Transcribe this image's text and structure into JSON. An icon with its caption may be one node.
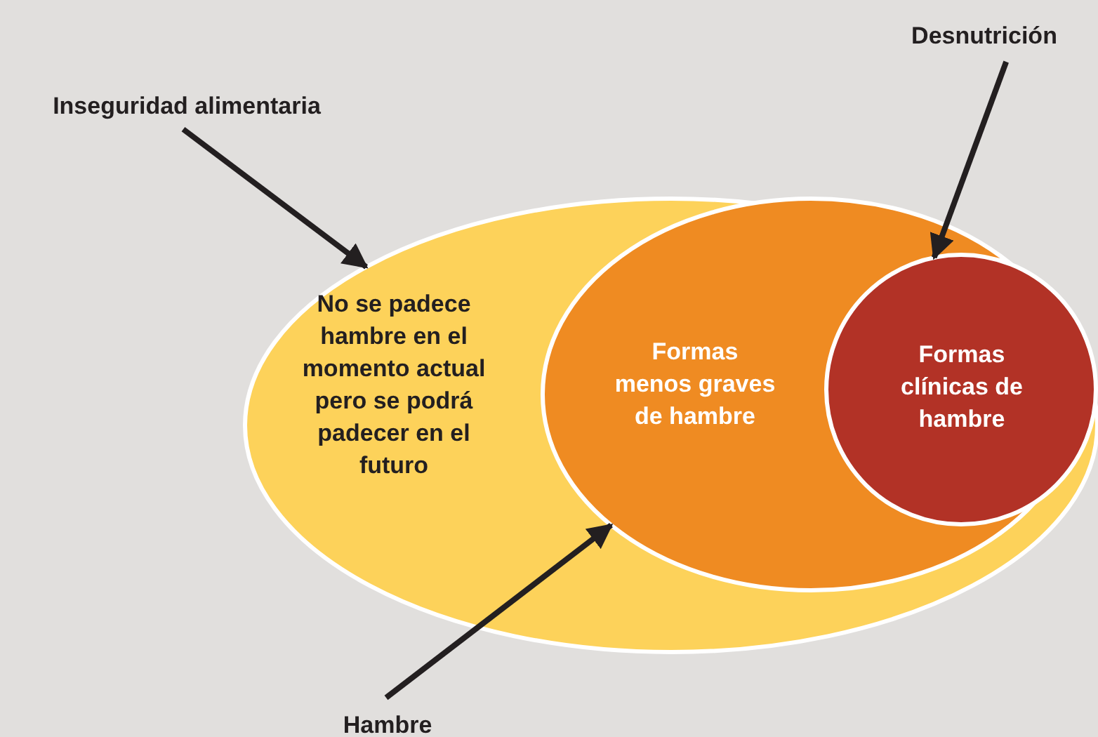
{
  "diagram": {
    "nodes": [
      {
        "text": [
          "Desnutrición"
        ]
      },
      {
        "text": [
          "Inseguridad alimentaria"
        ]
      },
      {
        "text": [
          "No se padece hambre en el momento actual pero se podrá padecer en el futuro"
        ]
      },
      {
        "text": [
          "Formas menos graves de hambre"
        ],
        "in": 2
      },
      {
        "text": [
          "Formas clínicas de hambre"
        ],
        "in": 3
      },
      {
        "text": [
          "Hambre"
        ]
      }
    ],
    "edges": [
      {
        "from": 1,
        "to": 2,
        "arrow": "to"
      },
      {
        "from": 0,
        "to": 4,
        "arrow": "to"
      },
      {
        "from": 5,
        "to": 3,
        "arrow": "to"
      }
    ]
  }
}
